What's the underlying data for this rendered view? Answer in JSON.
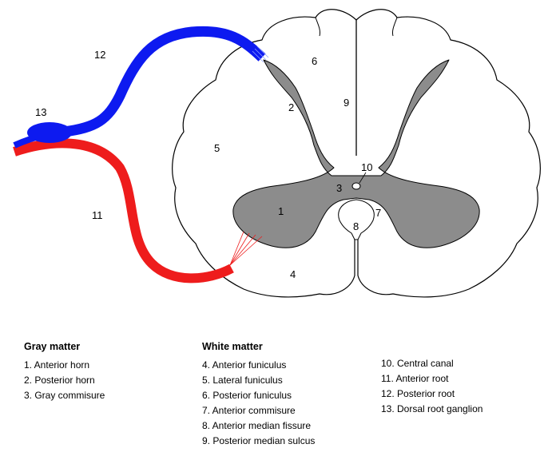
{
  "colors": {
    "gray_matter": "#8c8c8c",
    "posterior_root": "#0d1af0",
    "anterior_root": "#ee1c1c",
    "outline": "#000000"
  },
  "diagram": {
    "labels": {
      "anterior_horn": "1",
      "posterior_horn": "2",
      "gray_commissure": "3",
      "anterior_funiculus": "4",
      "lateral_funiculus": "5",
      "posterior_funiculus": "6",
      "anterior_commissure": "7",
      "anterior_median_fissure": "8",
      "posterior_median_sulcus": "9",
      "central_canal": "10",
      "anterior_root": "11",
      "posterior_root": "12",
      "dorsal_root_ganglion": "13"
    }
  },
  "legend": {
    "gray_matter": {
      "heading": "Gray matter",
      "items": [
        "1. Anterior horn",
        "2. Posterior horn",
        "3. Gray commisure"
      ]
    },
    "white_matter": {
      "heading": "White matter",
      "items": [
        "4. Anterior funiculus",
        "5. Lateral funiculus",
        "6. Posterior funiculus",
        "7. Anterior commisure",
        "8. Anterior median fissure",
        "9. Posterior median sulcus"
      ]
    },
    "other": {
      "items": [
        "10. Central canal",
        "11. Anterior root",
        "12. Posterior root",
        "13. Dorsal root ganglion"
      ]
    }
  }
}
